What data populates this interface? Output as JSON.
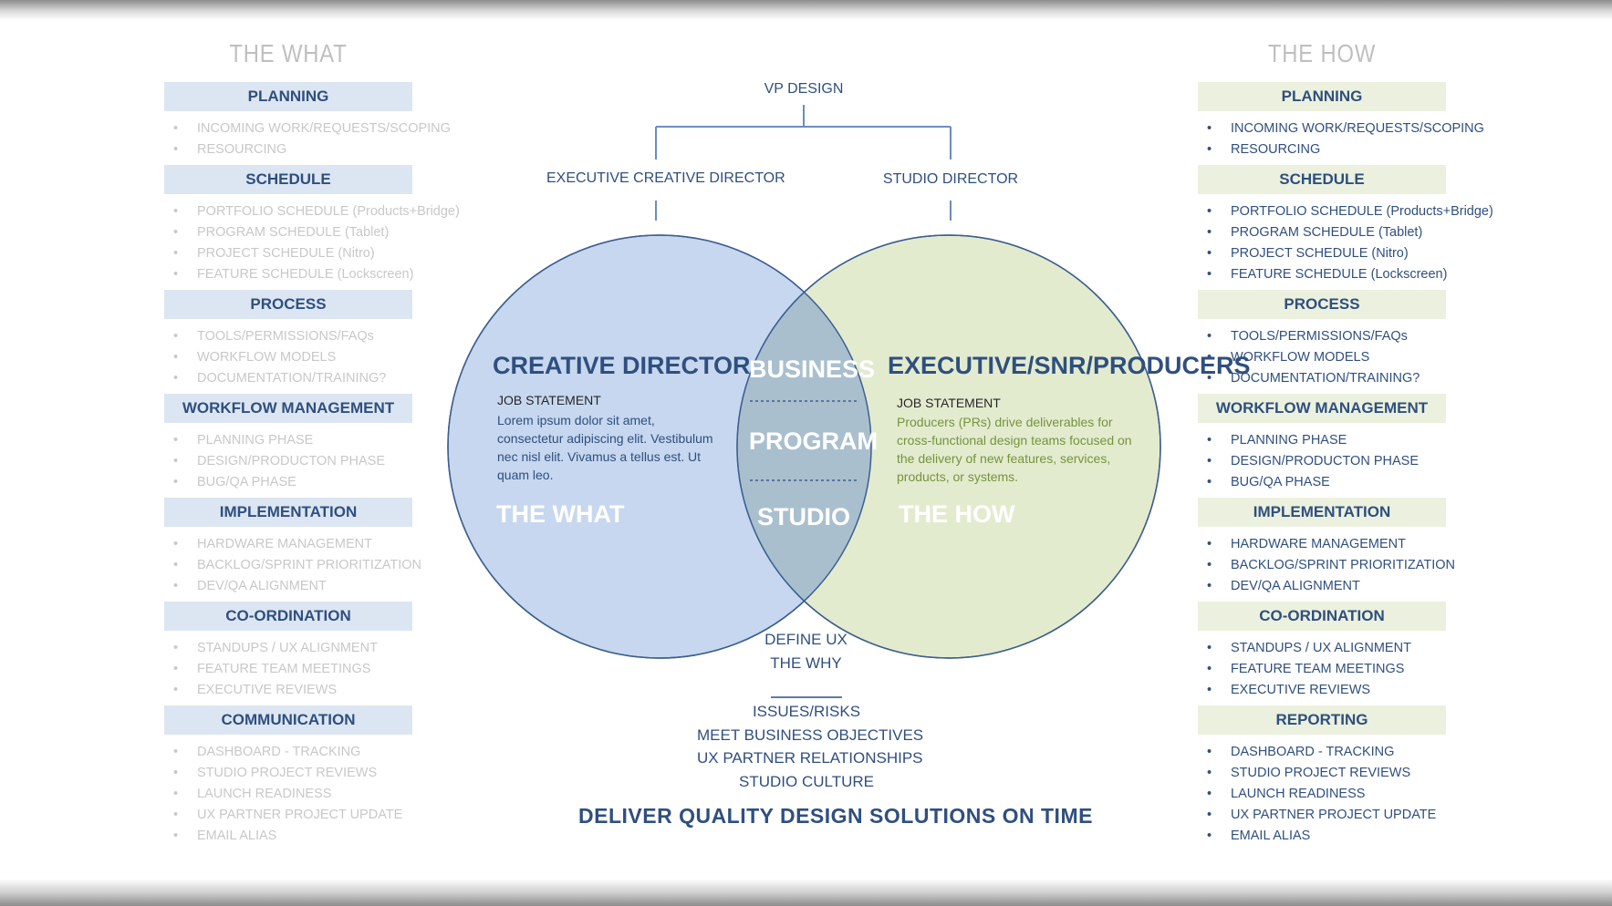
{
  "left_column": {
    "title": "THE WHAT",
    "sections": [
      {
        "heading": "PLANNING",
        "items": [
          "INCOMING WORK/REQUESTS/SCOPING",
          "RESOURCING"
        ]
      },
      {
        "heading": "SCHEDULE",
        "items": [
          "PORTFOLIO SCHEDULE (Products+Bridge)",
          "PROGRAM SCHEDULE (Tablet)",
          "PROJECT SCHEDULE (Nitro)",
          "FEATURE SCHEDULE (Lockscreen)"
        ]
      },
      {
        "heading": "PROCESS",
        "items": [
          "TOOLS/PERMISSIONS/FAQs",
          "WORKFLOW MODELS",
          "DOCUMENTATION/TRAINING?"
        ]
      },
      {
        "heading": "WORKFLOW MANAGEMENT",
        "items": [
          "PLANNING PHASE",
          "DESIGN/PRODUCTON PHASE",
          "BUG/QA PHASE"
        ]
      },
      {
        "heading": "IMPLEMENTATION",
        "items": [
          "HARDWARE MANAGEMENT",
          "BACKLOG/SPRINT PRIORITIZATION",
          "DEV/QA ALIGNMENT"
        ]
      },
      {
        "heading": "CO-ORDINATION",
        "items": [
          "STANDUPS / UX ALIGNMENT",
          "FEATURE TEAM MEETINGS",
          "EXECUTIVE REVIEWS"
        ]
      },
      {
        "heading": "COMMUNICATION",
        "items": [
          "DASHBOARD - TRACKING",
          "STUDIO PROJECT REVIEWS",
          "LAUNCH READINESS",
          "UX PARTNER PROJECT UPDATE",
          "EMAIL ALIAS"
        ]
      }
    ]
  },
  "right_column": {
    "title": "THE HOW",
    "sections": [
      {
        "heading": "PLANNING",
        "items": [
          "INCOMING WORK/REQUESTS/SCOPING",
          "RESOURCING"
        ]
      },
      {
        "heading": "SCHEDULE",
        "items": [
          "PORTFOLIO SCHEDULE (Products+Bridge)",
          "PROGRAM SCHEDULE (Tablet)",
          "PROJECT SCHEDULE (Nitro)",
          "FEATURE SCHEDULE (Lockscreen)"
        ]
      },
      {
        "heading": "PROCESS",
        "items": [
          "TOOLS/PERMISSIONS/FAQs",
          "WORKFLOW MODELS",
          "DOCUMENTATION/TRAINING?"
        ]
      },
      {
        "heading": "WORKFLOW MANAGEMENT",
        "items": [
          "PLANNING PHASE",
          "DESIGN/PRODUCTON PHASE",
          "BUG/QA PHASE"
        ]
      },
      {
        "heading": "IMPLEMENTATION",
        "items": [
          "HARDWARE MANAGEMENT",
          "BACKLOG/SPRINT PRIORITIZATION",
          "DEV/QA ALIGNMENT"
        ]
      },
      {
        "heading": "CO-ORDINATION",
        "items": [
          "STANDUPS / UX ALIGNMENT",
          "FEATURE TEAM MEETINGS",
          "EXECUTIVE REVIEWS"
        ]
      },
      {
        "heading": "REPORTING",
        "items": [
          "DASHBOARD - TRACKING",
          "STUDIO PROJECT REVIEWS",
          "LAUNCH READINESS",
          "UX PARTNER PROJECT UPDATE",
          "EMAIL ALIAS"
        ]
      }
    ]
  },
  "org": {
    "top": "VP DESIGN",
    "left": "EXECUTIVE CREATIVE DIRECTOR",
    "right": "STUDIO DIRECTOR"
  },
  "venn": {
    "left_role": "CREATIVE DIRECTOR",
    "left_job_title": "JOB STATEMENT",
    "left_job_text": "Lorem ipsum dolor sit amet, consectetur adipiscing elit. Vestibulum nec nisl elit. Vivamus a tellus est. Ut quam leo.",
    "left_label": "THE WHAT",
    "right_role": "EXECUTIVE/SNR/PRODUCERS",
    "right_job_title": "JOB STATEMENT",
    "right_job_text": "Producers (PRs) drive deliverables for cross-functional design teams focused on the delivery of new features, services, products, or systems.",
    "right_label": "THE HOW",
    "overlap": [
      "BUSINESS",
      "PROGRAM",
      "STUDIO"
    ],
    "colors": {
      "left_fill": "#c6d7ef",
      "right_fill": "#e3ebcf",
      "overlap_fill": "#a9bfce",
      "stroke": "#3d5f8f",
      "right_text": "#76933c"
    }
  },
  "bottom": {
    "define": [
      "DEFINE UX",
      "THE WHY"
    ],
    "items": [
      "ISSUES/RISKS",
      "MEET BUSINESS OBJECTIVES",
      "UX PARTNER RELATIONSHIPS",
      "STUDIO CULTURE"
    ],
    "deliver": "DELIVER QUALITY DESIGN SOLUTIONS ON TIME"
  }
}
